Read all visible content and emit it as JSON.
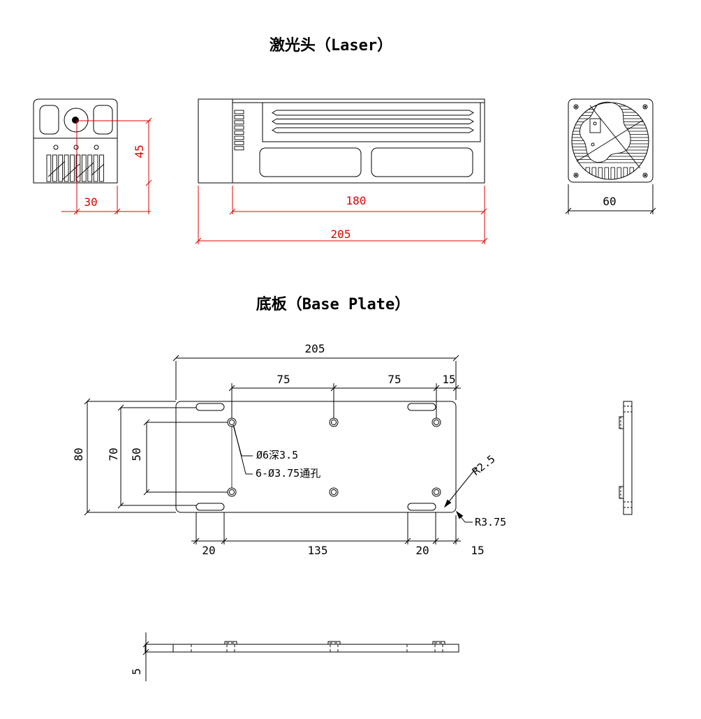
{
  "colors": {
    "line": "#000000",
    "dimension_red": "#e00000",
    "background": "#ffffff"
  },
  "laser_head": {
    "title": "激光头（Laser）",
    "front_view": {
      "dim_height_45": "45",
      "dim_aperture_offset_30": "30"
    },
    "side_view": {
      "dim_body_length_180": "180",
      "dim_total_length_205": "205"
    },
    "fan_view": {
      "dim_width_60": "60"
    }
  },
  "base_plate": {
    "title": "底板（Base Plate）",
    "top_view": {
      "dim_total_length_205": "205",
      "dim_hole_span_left_75": "75",
      "dim_hole_span_right_75": "75",
      "dim_edge_offset_top_15": "15",
      "dim_width_80": "80",
      "dim_slot_span_70": "70",
      "dim_hole_row_spacing_50": "50",
      "dim_tab_left_20": "20",
      "dim_tab_span_135": "135",
      "dim_tab_right_20": "20",
      "dim_edge_offset_bottom_15": "15",
      "note_counterbore": "Ø6深3.5",
      "note_through_hole": "6-Ø3.75通孔",
      "note_slot_radius": "R2.5",
      "note_corner_radius": "R3.75"
    },
    "bottom_view": {
      "dim_thickness_5": "5"
    }
  }
}
